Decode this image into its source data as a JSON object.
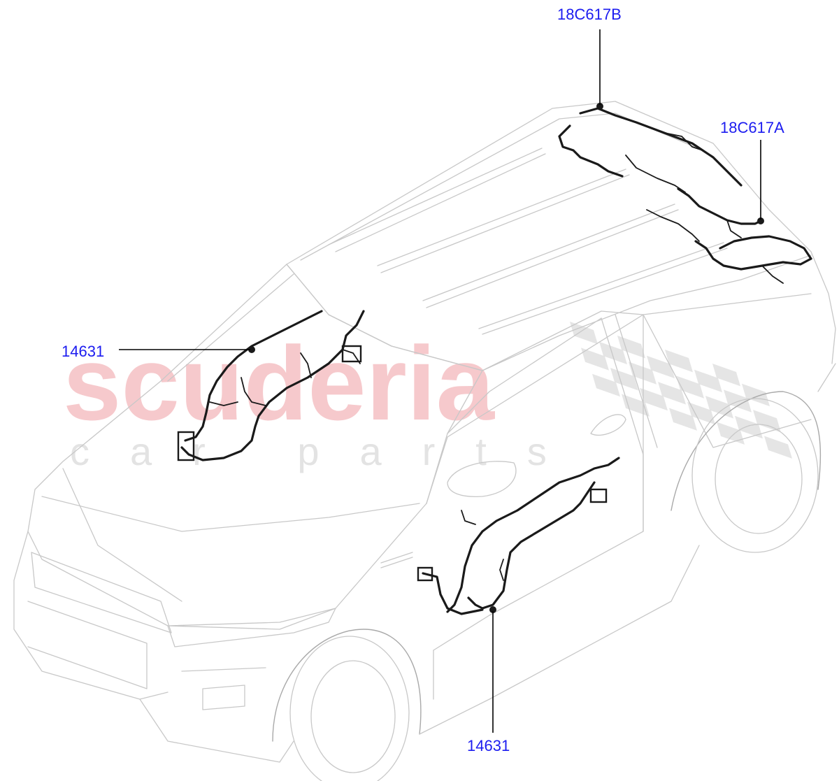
{
  "watermark": {
    "main_text": "scuderia",
    "sub_text": "car parts",
    "main_color": "#f6c9cc",
    "sub_color": "#e3e3e3",
    "checker_color": "#dcdcdc"
  },
  "callouts": [
    {
      "id": "14631-interior",
      "part_number": "14631"
    },
    {
      "id": "14631-door",
      "part_number": "14631"
    },
    {
      "id": "18C617B-roof",
      "part_number": "18C617B"
    },
    {
      "id": "18C617A-roof",
      "part_number": "18C617A"
    }
  ],
  "colors": {
    "label": "#1c1cf0",
    "leader": "#000000",
    "car_outline": "#c8c8c8",
    "harness": "#1a1a1a"
  }
}
